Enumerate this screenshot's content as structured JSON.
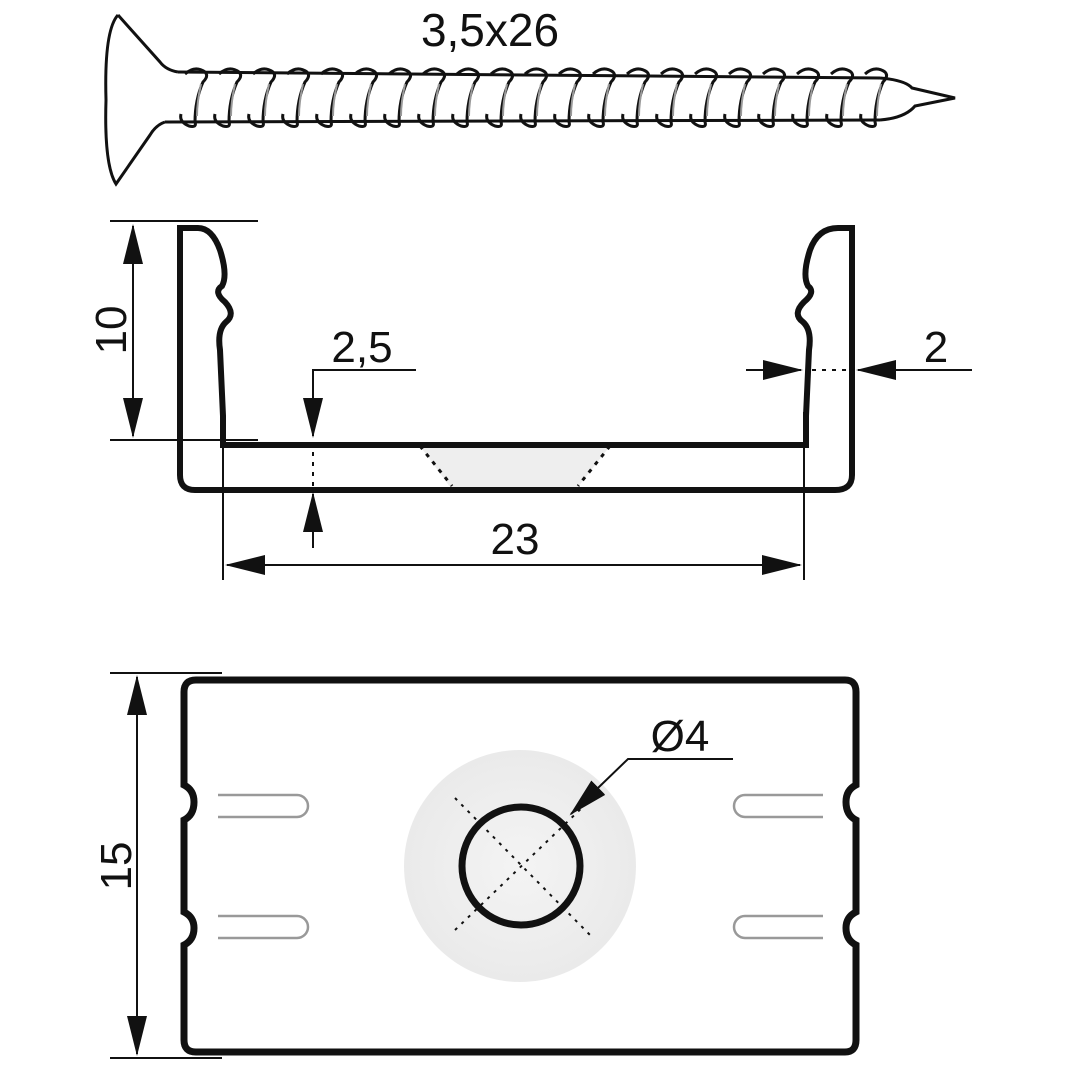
{
  "drawing": {
    "screw_size": "3,5x26",
    "front_view": {
      "height": "10",
      "base_thickness": "2,5",
      "wall_thickness": "2",
      "inner_width": "23"
    },
    "top_view": {
      "length": "15",
      "hole_diameter": "Ø4"
    }
  },
  "colors": {
    "line": "#111111",
    "slot": "#999999",
    "highlight": "#efefef"
  }
}
